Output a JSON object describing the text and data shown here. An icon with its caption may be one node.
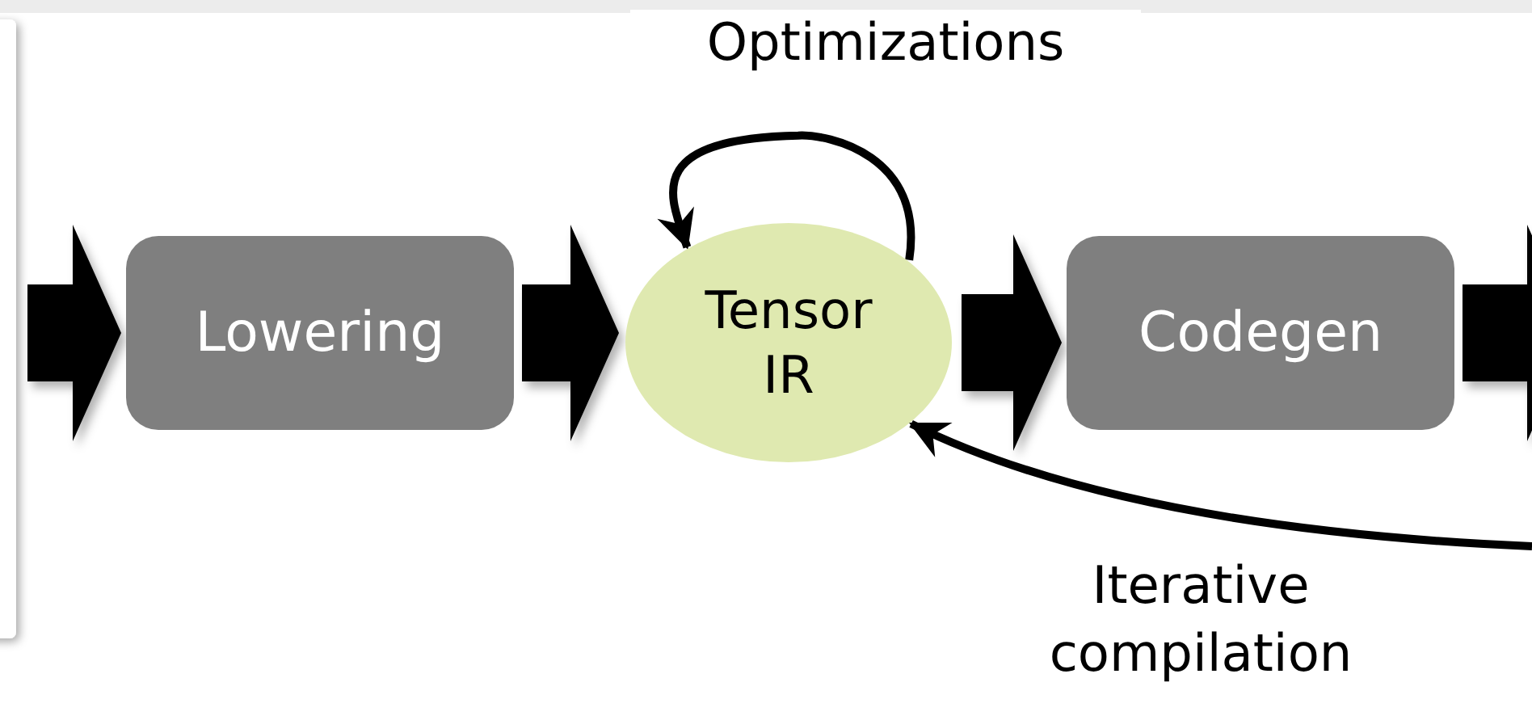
{
  "diagram": {
    "nodes": [
      {
        "text": [
          "Lowering"
        ]
      },
      {
        "text": [
          "Tensor IR"
        ]
      },
      {
        "text": [
          "Codegen"
        ]
      }
    ],
    "edges": [
      {
        "from": null,
        "to": 0,
        "arrow": "to",
        "style": "thick"
      },
      {
        "from": 0,
        "to": 1,
        "arrow": "to",
        "style": "thick"
      },
      {
        "from": 1,
        "to": 2,
        "arrow": "to",
        "style": "thick"
      },
      {
        "from": 2,
        "to": null,
        "arrow": "to",
        "style": "thick"
      },
      {
        "from": 1,
        "to": 1,
        "arrow": "to",
        "label": "Optimizations"
      },
      {
        "from": null,
        "to": 1,
        "arrow": "to",
        "label": "Iterative compilation"
      }
    ]
  }
}
